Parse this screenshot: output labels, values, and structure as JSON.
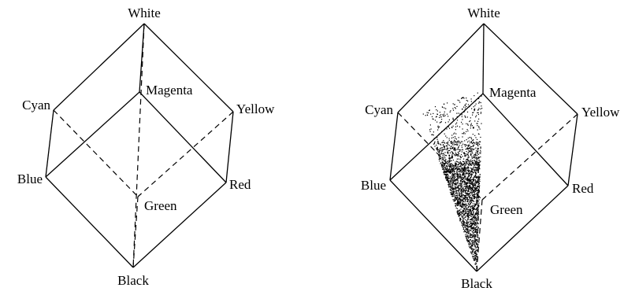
{
  "cubes": [
    {
      "labels": {
        "white": "White",
        "magenta": "Magenta",
        "cyan": "Cyan",
        "yellow": "Yellow",
        "blue": "Blue",
        "red": "Red",
        "green": "Green",
        "black": "Black"
      }
    },
    {
      "labels": {
        "white": "White",
        "magenta": "Magenta",
        "cyan": "Cyan",
        "yellow": "Yellow",
        "blue": "Blue",
        "red": "Red",
        "green": "Green",
        "black": "Black"
      }
    }
  ]
}
